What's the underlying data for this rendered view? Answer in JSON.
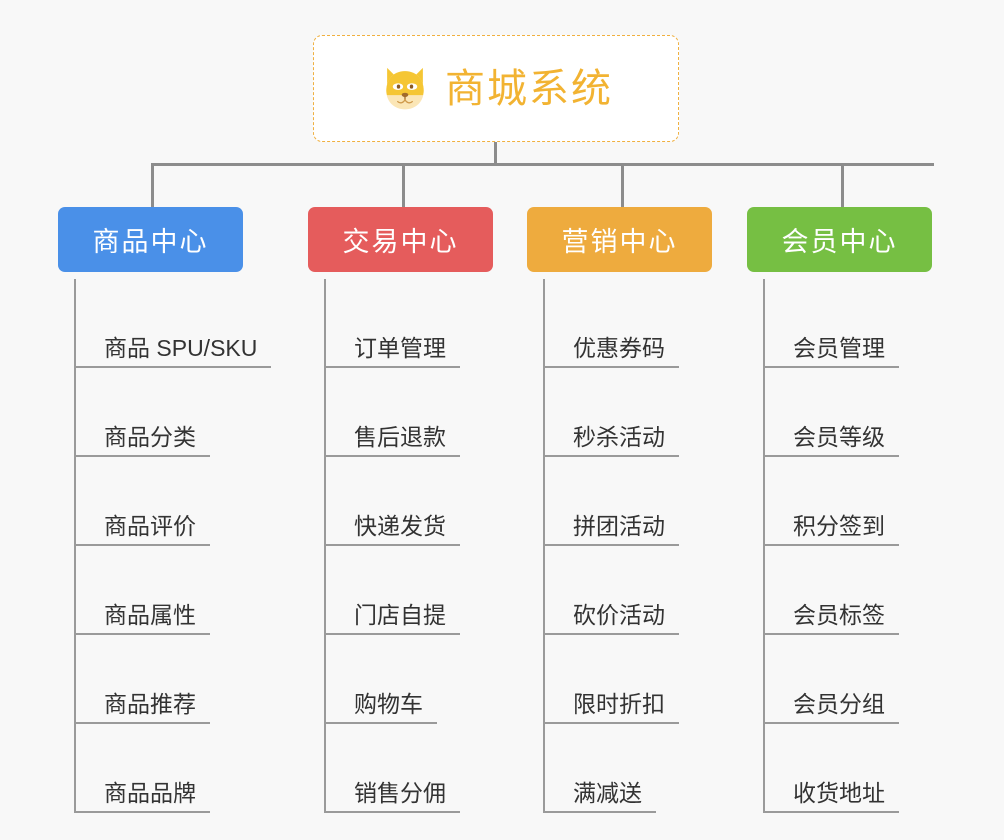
{
  "background_color": "#f8f8f8",
  "root": {
    "title": "商城系统",
    "icon": "shiba-dog-icon",
    "text_color": "#f2b332",
    "border_color": "#f0b040",
    "background": "#ffffff"
  },
  "categories": [
    {
      "label": "商品中心",
      "color": "#4a90e8",
      "items": [
        "商品 SPU/SKU",
        "商品分类",
        "商品评价",
        "商品属性",
        "商品推荐",
        "商品品牌"
      ]
    },
    {
      "label": "交易中心",
      "color": "#e55c5c",
      "items": [
        "订单管理",
        "售后退款",
        "快递发货",
        "门店自提",
        "购物车",
        "销售分佣"
      ]
    },
    {
      "label": "营销中心",
      "color": "#eeab3e",
      "items": [
        "优惠券码",
        "秒杀活动",
        "拼团活动",
        "砍价活动",
        "限时折扣",
        "满减送"
      ]
    },
    {
      "label": "会员中心",
      "color": "#76bf43",
      "items": [
        "会员管理",
        "会员等级",
        "积分签到",
        "会员标签",
        "会员分组",
        "收货地址"
      ]
    }
  ],
  "connector_color": "#8c8c8c",
  "leaf_line_color": "#9a9a9a"
}
